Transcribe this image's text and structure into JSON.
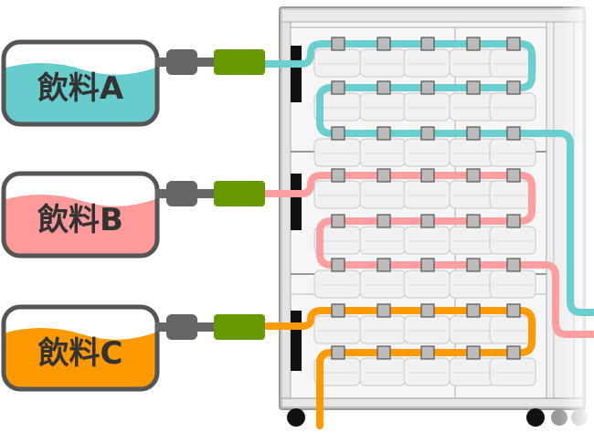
{
  "tanks": [
    {
      "id": "a",
      "label": "飲料A",
      "fill_color": "#66cccc",
      "tube_color": "#6ccfcf"
    },
    {
      "id": "b",
      "label": "飲料B",
      "fill_color": "#ff9a9a",
      "tube_color": "#ff9e9e"
    },
    {
      "id": "c",
      "label": "飲料C",
      "fill_color": "#ff9900",
      "tube_color": "#ff9a00"
    }
  ],
  "colors": {
    "pump": "#669900",
    "connector": "#666666",
    "tank_outline": "#555555",
    "label_text": "#333333",
    "cabinet_line": "#999999",
    "manifold": "#111111",
    "valve": "#bbbbbb"
  }
}
